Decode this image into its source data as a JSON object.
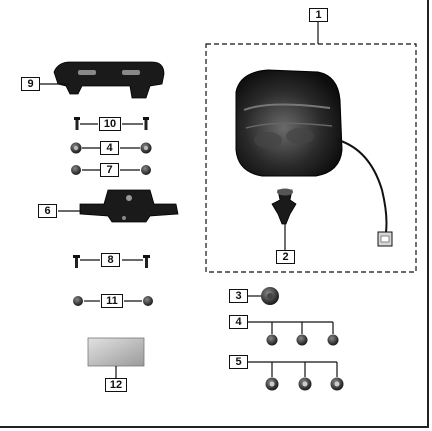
{
  "callouts": {
    "c1": "1",
    "c2": "2",
    "c3": "3",
    "c4a": "4",
    "c4b": "4",
    "c5": "5",
    "c6": "6",
    "c7": "7",
    "c8": "8",
    "c9": "9",
    "c10": "10",
    "c11": "11",
    "c12": "12"
  },
  "colors": {
    "line": "#111111",
    "part_dark": "#1a1a1a",
    "part_mid": "#555555",
    "reflector": "#bdbdbd",
    "frame_border": "#222222"
  }
}
